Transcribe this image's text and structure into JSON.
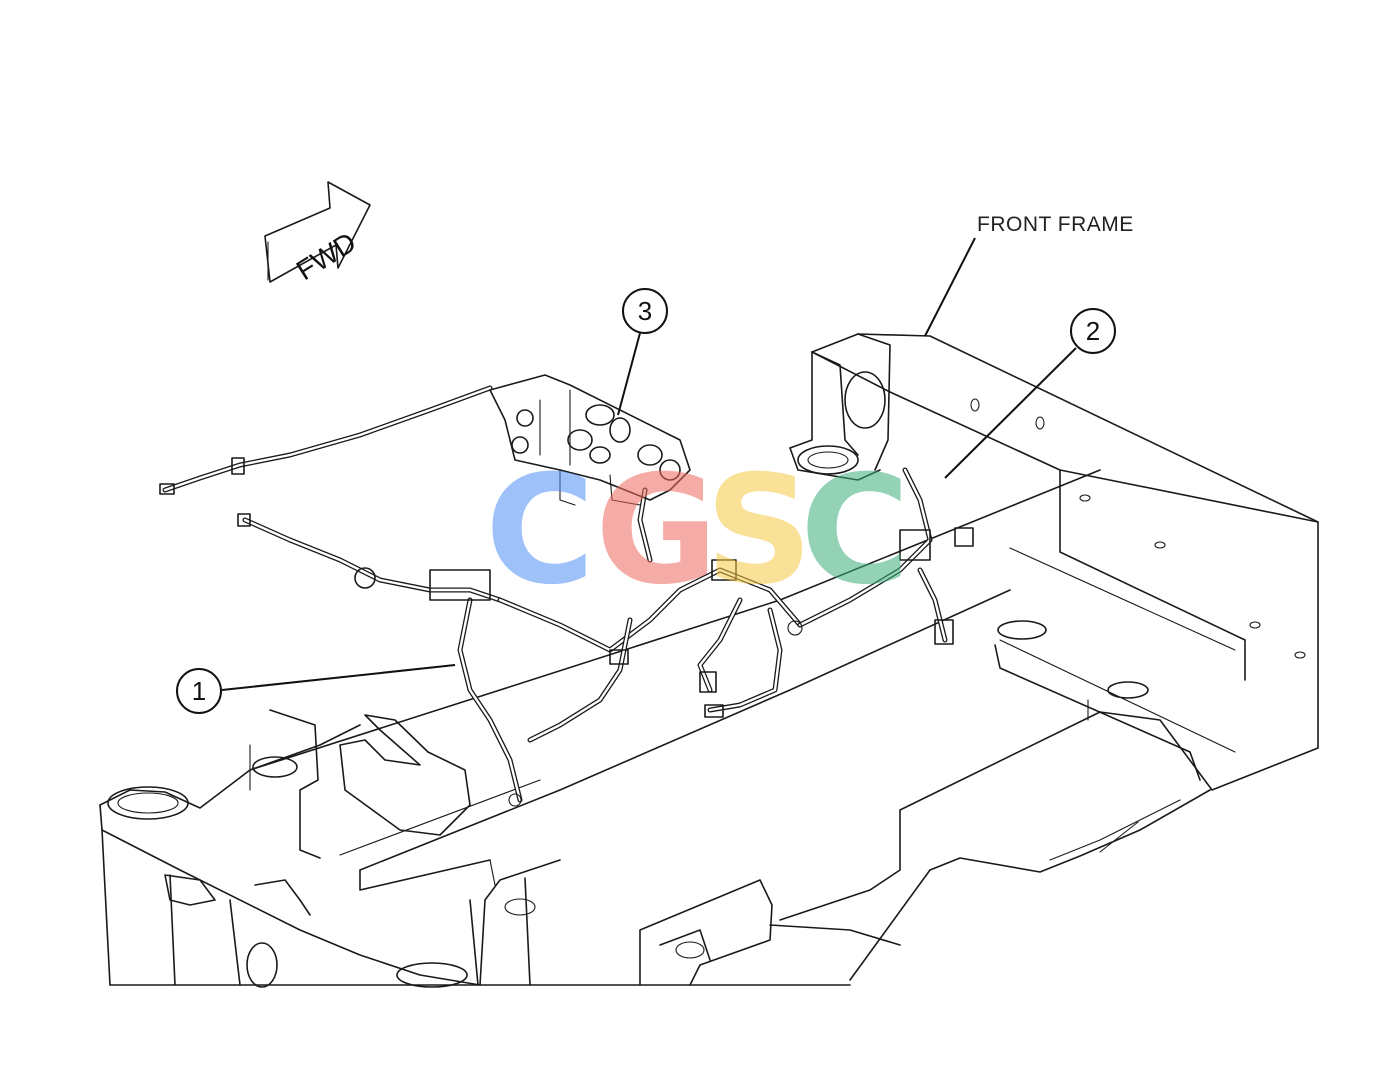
{
  "diagram": {
    "direction_arrow": {
      "label": "FWD"
    },
    "frame_label": "FRONT FRAME",
    "callouts": [
      {
        "number": "1"
      },
      {
        "number": "2"
      },
      {
        "number": "3"
      }
    ],
    "watermark": {
      "letters": [
        "C",
        "G",
        "S",
        "C"
      ],
      "colors": [
        "#4f8ff7",
        "#f06a5e",
        "#f7c945",
        "#3dae7c"
      ]
    }
  }
}
